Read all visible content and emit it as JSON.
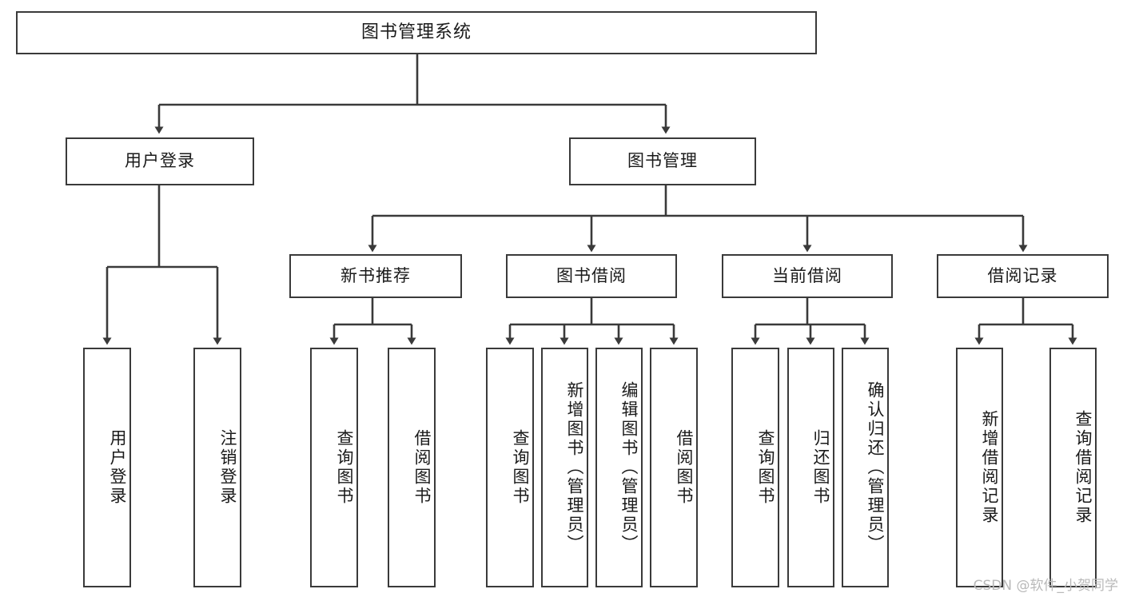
{
  "diagram": {
    "type": "tree",
    "title": "图书管理系统",
    "background_color": "#ffffff",
    "line_color": "#3a3a3a",
    "text_color": "#1a1a1a",
    "watermark": "CSDN @软件_小贺同学",
    "root": {
      "id": "root",
      "label": "图书管理系统",
      "orientation": "horizontal"
    },
    "level2": [
      {
        "id": "user-login",
        "label": "用户登录",
        "orientation": "horizontal"
      },
      {
        "id": "book-manage",
        "label": "图书管理",
        "orientation": "horizontal"
      }
    ],
    "level3": [
      {
        "id": "new-book-recommend",
        "label": "新书推荐",
        "orientation": "horizontal",
        "parent": "book-manage"
      },
      {
        "id": "book-borrow",
        "label": "图书借阅",
        "orientation": "horizontal",
        "parent": "book-manage"
      },
      {
        "id": "current-borrow",
        "label": "当前借阅",
        "orientation": "horizontal",
        "parent": "book-manage"
      },
      {
        "id": "borrow-record",
        "label": "借阅记录",
        "orientation": "horizontal",
        "parent": "book-manage"
      }
    ],
    "leaves": [
      {
        "id": "leaf-user-login",
        "label": "用户登录",
        "orientation": "vertical",
        "parent": "user-login"
      },
      {
        "id": "leaf-logout-login",
        "label": "注销登录",
        "orientation": "vertical",
        "parent": "user-login"
      },
      {
        "id": "leaf-query-book-1",
        "label": "查询图书",
        "orientation": "vertical",
        "parent": "new-book-recommend"
      },
      {
        "id": "leaf-borrow-book-1",
        "label": "借阅图书",
        "orientation": "vertical",
        "parent": "new-book-recommend"
      },
      {
        "id": "leaf-query-book-2",
        "label": "查询图书",
        "orientation": "vertical",
        "parent": "book-borrow"
      },
      {
        "id": "leaf-add-book",
        "label": "新增图书（管理员）",
        "orientation": "vertical",
        "parent": "book-borrow"
      },
      {
        "id": "leaf-edit-book",
        "label": "编辑图书（管理员）",
        "orientation": "vertical",
        "parent": "book-borrow"
      },
      {
        "id": "leaf-borrow-book-2",
        "label": "借阅图书",
        "orientation": "vertical",
        "parent": "book-borrow"
      },
      {
        "id": "leaf-query-book-3",
        "label": "查询图书",
        "orientation": "vertical",
        "parent": "current-borrow"
      },
      {
        "id": "leaf-return-book",
        "label": "归还图书",
        "orientation": "vertical",
        "parent": "current-borrow"
      },
      {
        "id": "leaf-confirm-return",
        "label": "确认归还（管理员）",
        "orientation": "vertical",
        "parent": "current-borrow"
      },
      {
        "id": "leaf-add-record",
        "label": "新增借阅记录",
        "orientation": "vertical",
        "parent": "borrow-record"
      },
      {
        "id": "leaf-query-record",
        "label": "查询借阅记录",
        "orientation": "vertical",
        "parent": "borrow-record"
      }
    ]
  }
}
